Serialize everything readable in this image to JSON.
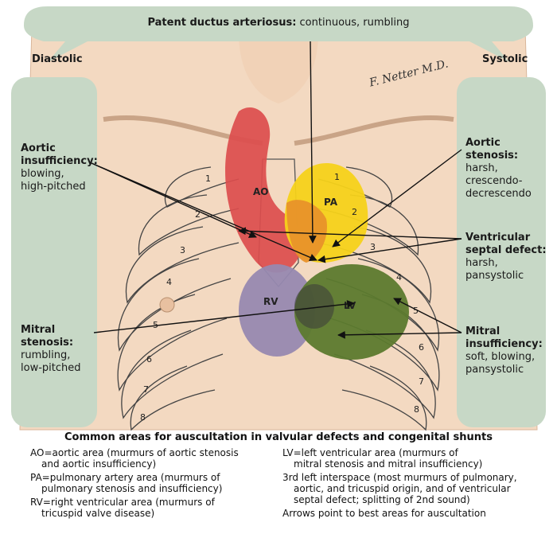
{
  "top_banner": {
    "bold": "Patent ductus arteriosus:",
    "text": " continuous, rumbling"
  },
  "side_labels": {
    "left": "Diastolic",
    "right": "Systolic"
  },
  "signature": "F. Netter M.D.",
  "annotations": {
    "aortic_insufficiency": {
      "title_lines": [
        "Aortic",
        "insufficiency:"
      ],
      "desc_lines": [
        "blowing,",
        "high-pitched"
      ]
    },
    "mitral_stenosis": {
      "title_lines": [
        "Mitral",
        "stenosis:"
      ],
      "desc_lines": [
        "rumbling,",
        "low-pitched"
      ]
    },
    "aortic_stenosis": {
      "title_lines": [
        "Aortic",
        "stenosis:"
      ],
      "desc_lines": [
        "harsh,",
        "crescendo-",
        "decrescendo"
      ]
    },
    "vsd": {
      "title_lines": [
        "Ventricular",
        "septal defect:"
      ],
      "desc_lines": [
        "harsh,",
        "pansystolic"
      ]
    },
    "mitral_insufficiency": {
      "title_lines": [
        "Mitral",
        "insufficiency:"
      ],
      "desc_lines": [
        "soft, blowing,",
        "pansystolic"
      ]
    }
  },
  "areas": {
    "ao": "AO",
    "pa": "PA",
    "rv": "RV",
    "lv": "LV"
  },
  "ribs_left": [
    "1",
    "2",
    "3",
    "4",
    "5",
    "6",
    "7",
    "8"
  ],
  "ribs_right": [
    "1",
    "2",
    "3",
    "4",
    "5",
    "6",
    "7",
    "8"
  ],
  "colors": {
    "panel": "#c7d8c6",
    "ao": "#dc4d4d",
    "pa": "#f5d21a",
    "overlap": "#e8922a",
    "rv": "#9789b0",
    "lv": "#5c7a2e",
    "skin": "#f3d9c1"
  },
  "legend": {
    "title": "Common areas for auscultation in valvular defects and congenital shunts",
    "left": [
      {
        "lines": [
          "AO=aortic area (murmurs of aortic stenosis",
          "and aortic insufficiency)"
        ]
      },
      {
        "lines": [
          "PA=pulmonary artery area (murmurs of",
          "pulmonary stenosis and insufficiency)"
        ]
      },
      {
        "lines": [
          "RV=right ventricular area (murmurs of",
          "tricuspid valve disease)"
        ]
      }
    ],
    "right": [
      {
        "lines": [
          "LV=left ventricular area (murmurs of",
          "mitral stenosis and mitral insufficiency)"
        ]
      },
      {
        "lines": [
          "3rd left interspace (most murmurs of pulmonary,",
          "aortic, and tricuspid origin, and of ventricular",
          "septal defect; splitting of 2nd sound)"
        ]
      },
      {
        "lines": [
          "Arrows point to best areas for auscultation"
        ]
      }
    ]
  }
}
